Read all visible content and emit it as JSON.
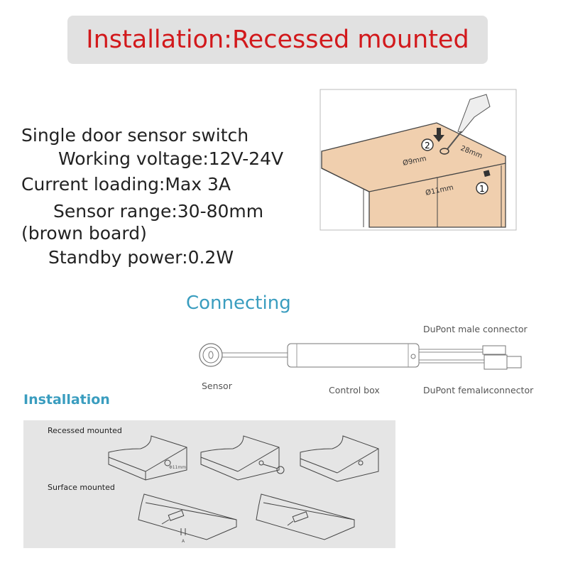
{
  "title": "Installation:Recessed mounted",
  "specs": [
    "Single door sensor switch",
    "Working voltage:12V-24V",
    "Current loading:Max 3A",
    "Sensor range:30-80mm",
    "(brown board)",
    "Standby power:0.2W"
  ],
  "cabinet_figure": {
    "step1": "1",
    "step2": "2",
    "hole_small": "Ø9mm",
    "distance": "28mm",
    "hole_large": "Ø11mm"
  },
  "connecting": {
    "heading": "Connecting",
    "sensor": "Sensor",
    "control_box": "Control box",
    "male": "DuPont male connector",
    "female": "DuPont femalиconnector"
  },
  "installation": {
    "heading": "Installation",
    "recessed": "Recessed mounted",
    "surface": "Surface mounted",
    "hole": "Φ11mm",
    "screw_label": "A"
  },
  "colors": {
    "title": "#d2191c",
    "heading": "#3a9dbf",
    "board": "#f0cfae"
  }
}
